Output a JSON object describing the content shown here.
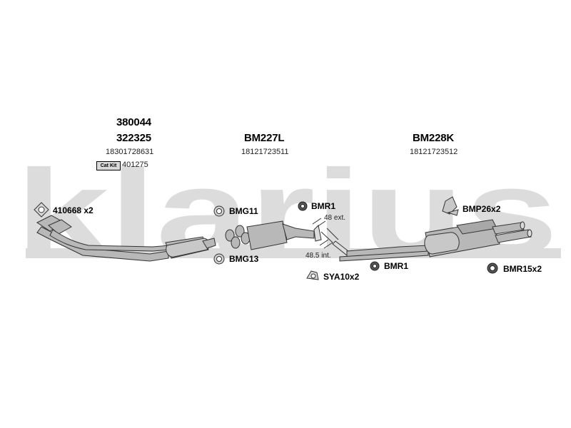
{
  "colors": {
    "watermark": "#dcdcdc",
    "parts": "#b0b0b0",
    "outline": "#333333"
  },
  "watermark_text": "klarius",
  "groups": [
    {
      "codes": [
        "380044",
        "322325"
      ],
      "oem": "18301728631",
      "cat_kit_label": "Cat Kit",
      "cat_kit_code": "401275"
    },
    {
      "codes": [
        "BM227L"
      ],
      "oem": "18121723511"
    },
    {
      "codes": [
        "BM228K"
      ],
      "oem": "18121723512"
    }
  ],
  "fittings": [
    {
      "label": "410668 x2",
      "icon": "gasket-icon"
    },
    {
      "label": "BMG11",
      "icon": "ring-gasket-icon"
    },
    {
      "label": "BMG13",
      "icon": "ring-gasket-icon"
    },
    {
      "label": "BMR1",
      "icon": "rubber-mount-icon"
    },
    {
      "label": "BMR1",
      "icon": "rubber-mount-icon"
    },
    {
      "label": "SYA10x2",
      "icon": "clamp-icon"
    },
    {
      "label": "BMP26x2",
      "icon": "bracket-icon"
    },
    {
      "label": "BMR15x2",
      "icon": "rubber-ring-icon"
    }
  ],
  "dimensions": {
    "ext": "48 ext.",
    "int": "48.5 int."
  }
}
